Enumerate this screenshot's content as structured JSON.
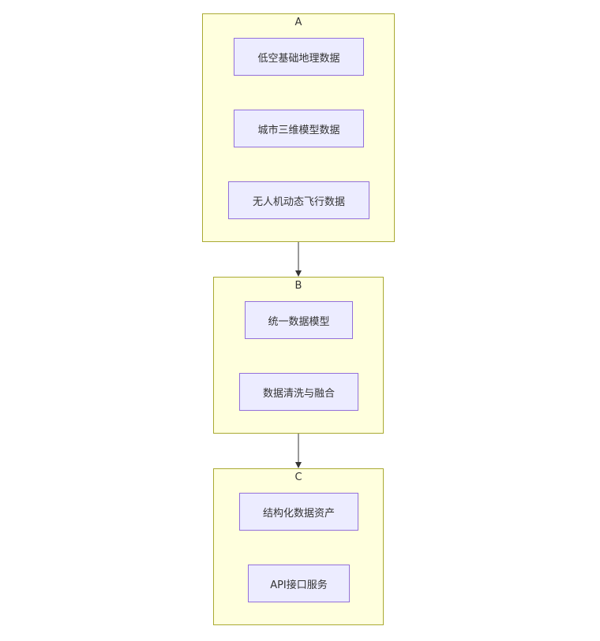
{
  "clusters": [
    {
      "label": "A",
      "nodes": [
        "低空基础地理数据",
        "城市三维模型数据",
        "无人机动态飞行数据"
      ]
    },
    {
      "label": "B",
      "nodes": [
        "统一数据模型",
        "数据清洗与融合"
      ]
    },
    {
      "label": "C",
      "nodes": [
        "结构化数据资产",
        "API接口服务"
      ]
    }
  ],
  "edges": [
    {
      "from": "A",
      "to": "B"
    },
    {
      "from": "B",
      "to": "C"
    }
  ],
  "colors": {
    "cluster_fill": "#ffffde",
    "cluster_stroke": "#aaaa33",
    "node_fill": "#ececff",
    "node_stroke": "#9370db",
    "edge": "#333333"
  }
}
